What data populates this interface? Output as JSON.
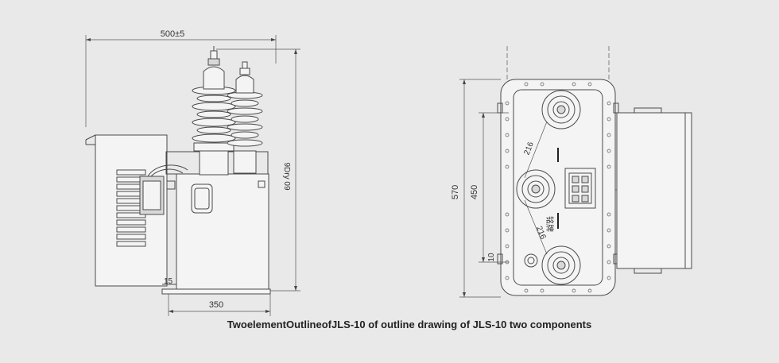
{
  "caption": "TwoelementOutlineofJLS-10 of outline drawing of JLS-10 two components",
  "side_view": {
    "dim_width": "500±5",
    "dim_height": "9Dry 09",
    "dim_base": "350",
    "dim_foot": "15"
  },
  "top_view": {
    "dim_height": "570",
    "dim_inner": "450",
    "dim_small": "10",
    "dim_diag_upper": "216",
    "dim_diag_lower": "216",
    "marking": "铭牌"
  }
}
